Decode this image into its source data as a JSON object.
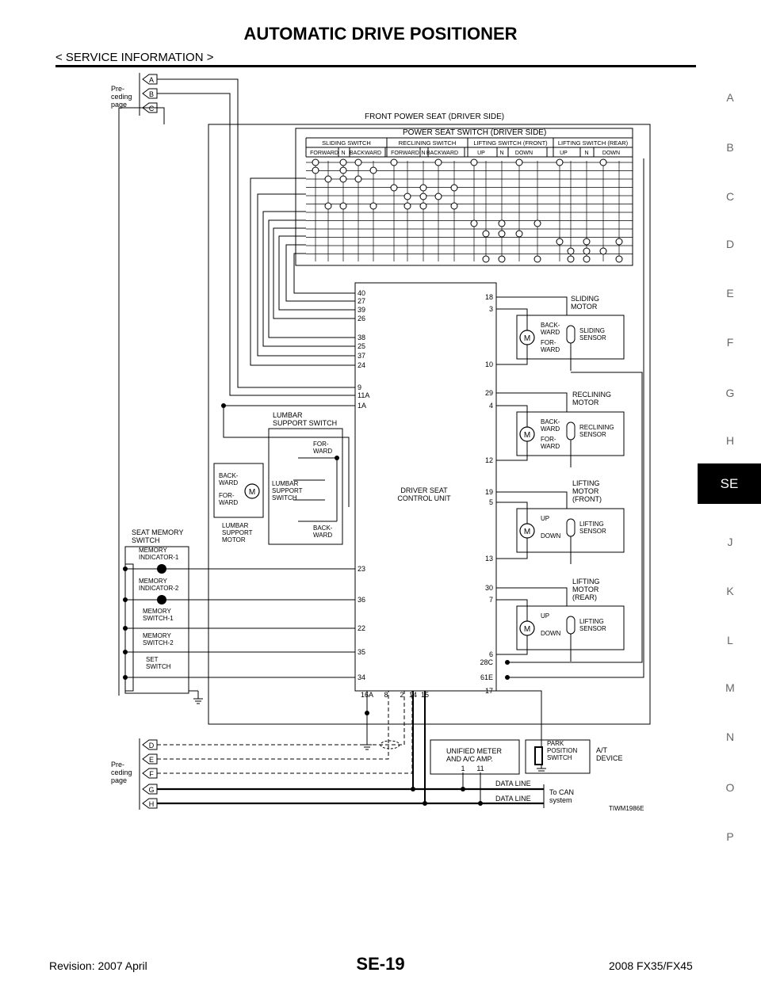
{
  "header": {
    "title": "AUTOMATIC DRIVE POSITIONER",
    "section": "< SERVICE INFORMATION >"
  },
  "sidebar": {
    "letters": [
      "A",
      "B",
      "C",
      "D",
      "E",
      "F",
      "G",
      "H",
      "SE",
      "J",
      "K",
      "L",
      "M",
      "N",
      "O",
      "P"
    ],
    "active": "SE"
  },
  "footer": {
    "revision": "Revision: 2007 April",
    "page": "SE-19",
    "model": "2008 FX35/FX45"
  },
  "diagram": {
    "preceding_top": {
      "label": "Pre-\nceding\npage",
      "connectors": [
        "A",
        "B",
        "C"
      ]
    },
    "preceding_bottom": {
      "label": "Pre-\nceding\npage",
      "connectors": [
        "D",
        "E",
        "F",
        "G",
        "H"
      ]
    },
    "front_power_seat": "FRONT POWER SEAT (DRIVER SIDE)",
    "power_seat_switch": "POWER SEAT SWITCH (DRIVER SIDE)",
    "switch_groups": [
      "SLIDING SWITCH",
      "RECLINING SWITCH",
      "LIFTING SWITCH (FRONT)",
      "LIFTING SWITCH (REAR)"
    ],
    "switch_positions": [
      "FORWARD",
      "N",
      "BACKWARD",
      "FORWARD",
      "N",
      "BACKWARD",
      "UP",
      "N",
      "DOWN",
      "UP",
      "N",
      "DOWN"
    ],
    "control_unit": "DRIVER SEAT\nCONTROL UNIT",
    "left_terminals": [
      "40",
      "27",
      "39",
      "26",
      "38",
      "25",
      "37",
      "24",
      "9",
      "11A",
      "1A",
      "23",
      "36",
      "22",
      "35",
      "34"
    ],
    "right_terminals": [
      "18",
      "3",
      "10",
      "29",
      "4",
      "12",
      "19",
      "5",
      "13",
      "30",
      "7",
      "6",
      "28C",
      "61E",
      "17"
    ],
    "bottom_terminals": [
      "16A",
      "8",
      "2",
      "14",
      "15"
    ],
    "motors": [
      {
        "motor": "SLIDING\nMOTOR",
        "dir1": "BACK-\nWARD",
        "dir2": "FOR-\nWARD",
        "sensor": "SLIDING\nSENSOR"
      },
      {
        "motor": "RECLINING\nMOTOR",
        "dir1": "BACK-\nWARD",
        "dir2": "FOR-\nWARD",
        "sensor": "RECLINING\nSENSOR"
      },
      {
        "motor": "LIFTING\nMOTOR\n(FRONT)",
        "dir1": "UP",
        "dir2": "DOWN",
        "sensor": "LIFTING\nSENSOR"
      },
      {
        "motor": "LIFTING\nMOTOR\n(REAR)",
        "dir1": "UP",
        "dir2": "DOWN",
        "sensor": "LIFTING\nSENSOR"
      }
    ],
    "motor_symbol": "M",
    "lumbar": {
      "switch_title": "LUMBAR\nSUPPORT SWITCH",
      "fwd": "FOR-\nWARD",
      "back": "BACK-\nWARD",
      "switch_label": "LUMBAR\nSUPPORT\nSWITCH",
      "motor_dir1": "BACK-\nWARD",
      "motor_dir2": "FOR-\nWARD",
      "motor_label": "LUMBAR\nSUPPORT\nMOTOR"
    },
    "seat_memory": {
      "title": "SEAT MEMORY\nSWITCH",
      "indicator1": "MEMORY\nINDICATOR-1",
      "indicator2": "MEMORY\nINDICATOR-2",
      "switch1": "MEMORY\nSWITCH-1",
      "switch2": "MEMORY\nSWITCH-2",
      "set": "SET\nSWITCH"
    },
    "unified_meter": {
      "label": "UNIFIED METER\nAND A/C AMP.",
      "terminals": [
        "1",
        "11"
      ]
    },
    "park_switch": {
      "label": "PARK\nPOSITION\nSWITCH",
      "device": "A/T\nDEVICE"
    },
    "data_line": "DATA LINE",
    "can": "To CAN\nsystem",
    "code": "TIWM1986E"
  }
}
